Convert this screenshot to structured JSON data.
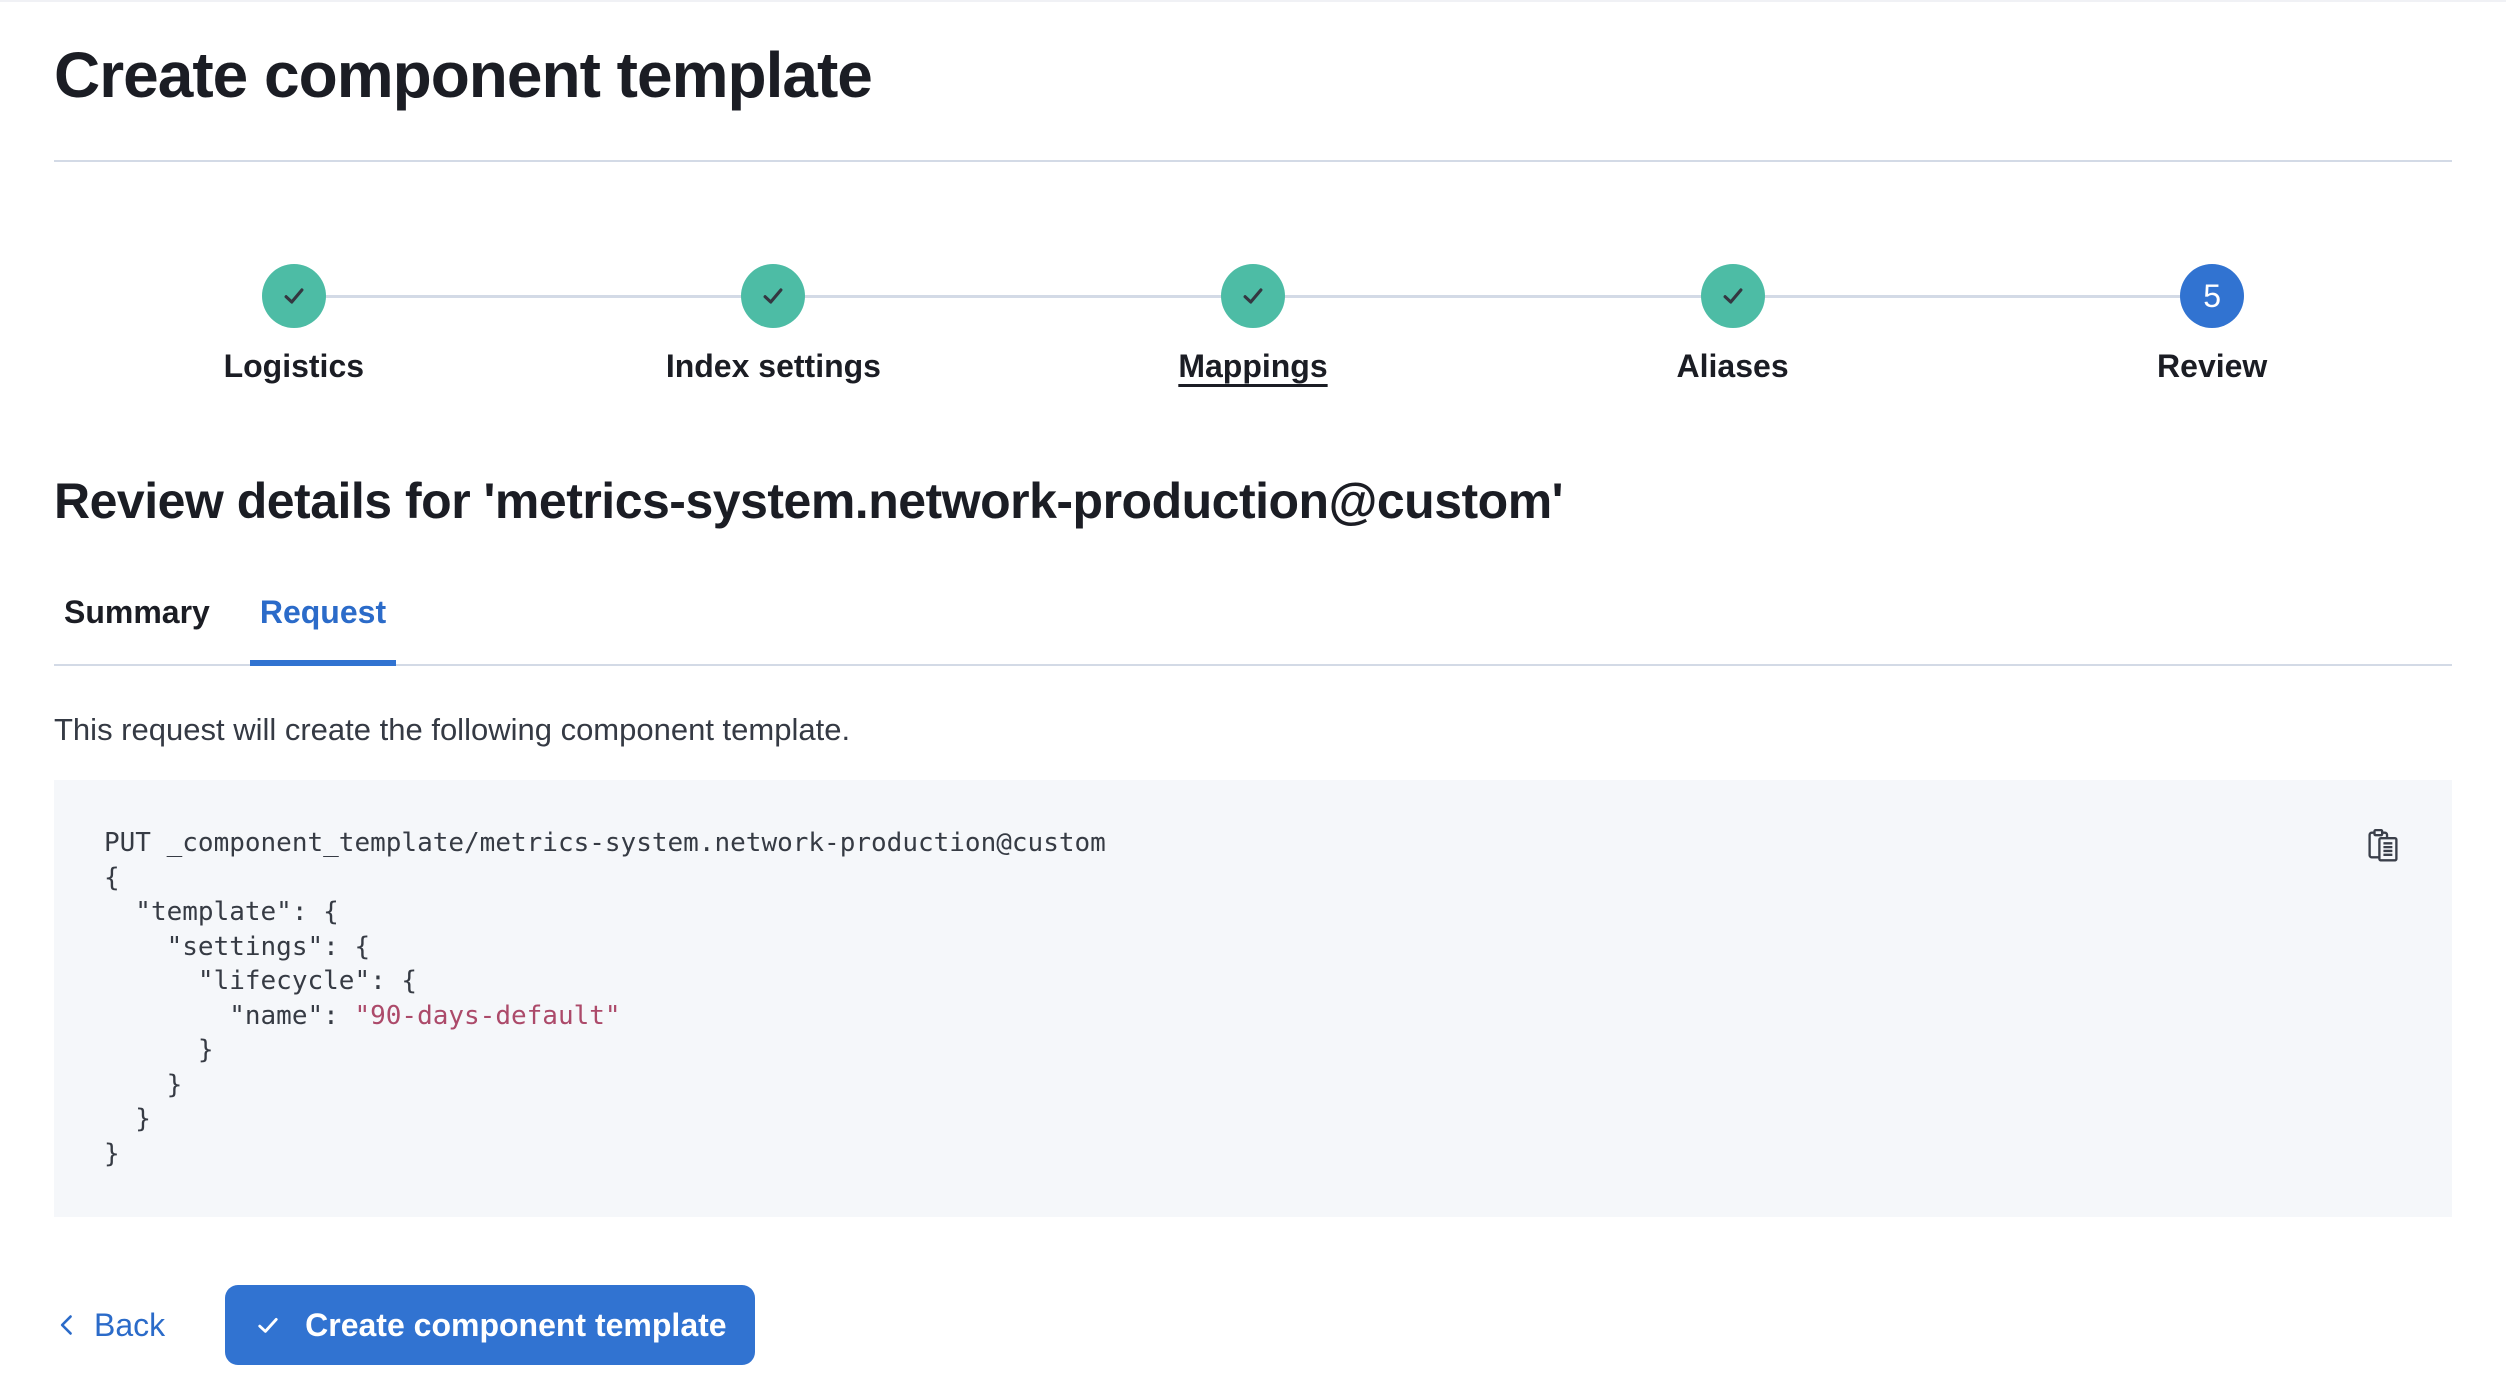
{
  "page": {
    "title": "Create component template"
  },
  "steps": {
    "items": [
      {
        "label": "Logistics",
        "status": "complete"
      },
      {
        "label": "Index settings",
        "status": "complete"
      },
      {
        "label": "Mappings",
        "status": "complete"
      },
      {
        "label": "Aliases",
        "status": "complete"
      },
      {
        "label": "Review",
        "status": "current",
        "number": "5"
      }
    ]
  },
  "review": {
    "heading": "Review details for 'metrics-system.network-production@custom'",
    "tabs": [
      {
        "label": "Summary"
      },
      {
        "label": "Request"
      }
    ],
    "selected_tab": "Request",
    "description": "This request will create the following component template."
  },
  "code": {
    "before": "PUT _component_template/metrics-system.network-production@custom\n{\n  \"template\": {\n    \"settings\": {\n      \"lifecycle\": {\n        \"name\": ",
    "string_value": "\"90-days-default\"",
    "after": "\n      }\n    }\n  }\n}"
  },
  "footer": {
    "back_label": "Back",
    "create_label": "Create component template"
  },
  "icons": {
    "step_complete": "check-icon",
    "current_step_badge": "step-number-5",
    "copy": "copy-clipboard-icon",
    "back": "chevron-left-icon",
    "create": "check-icon"
  },
  "colors": {
    "primary": "#3173D1",
    "link": "#2B6BC9",
    "success": "#4DBCA5",
    "check_stroke": "#343741",
    "divider": "#D3DAE6",
    "code_bg": "#F5F7FA",
    "code_text": "#363B44",
    "code_string": "#AC4A6A",
    "text": "#1B1D24"
  }
}
